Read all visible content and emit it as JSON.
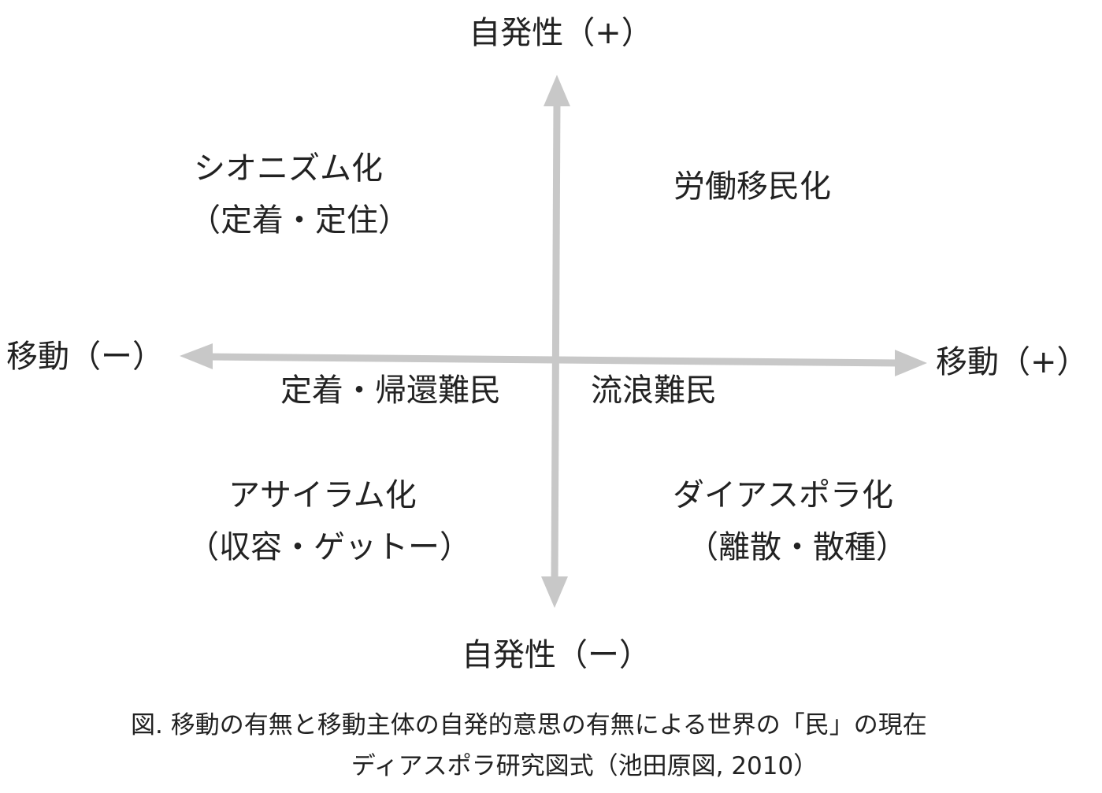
{
  "axes": {
    "top_label": "自発性（+）",
    "bottom_label": "自発性（ー）",
    "left_label": "移動（ー）",
    "right_label": "移動（+）",
    "color": "#c8c8c8"
  },
  "quadrants": {
    "top_left": {
      "line1": "シオニズム化",
      "line2": "（定着・定住）"
    },
    "top_right": {
      "line1": "労働移民化"
    },
    "bottom_left": {
      "line1": "アサイラム化",
      "line2": "（収容・ゲットー）"
    },
    "bottom_right": {
      "line1": "ダイアスポラ化",
      "line2": "（離散・散種）"
    }
  },
  "axis_notes": {
    "left": "定着・帰還難民",
    "right": "流浪難民"
  },
  "caption": {
    "line1": "図. 移動の有無と移動主体の自発的意思の有無による世界の「民」の現在",
    "line2": "ディアスポラ研究図式（池田原図, 2010）"
  }
}
